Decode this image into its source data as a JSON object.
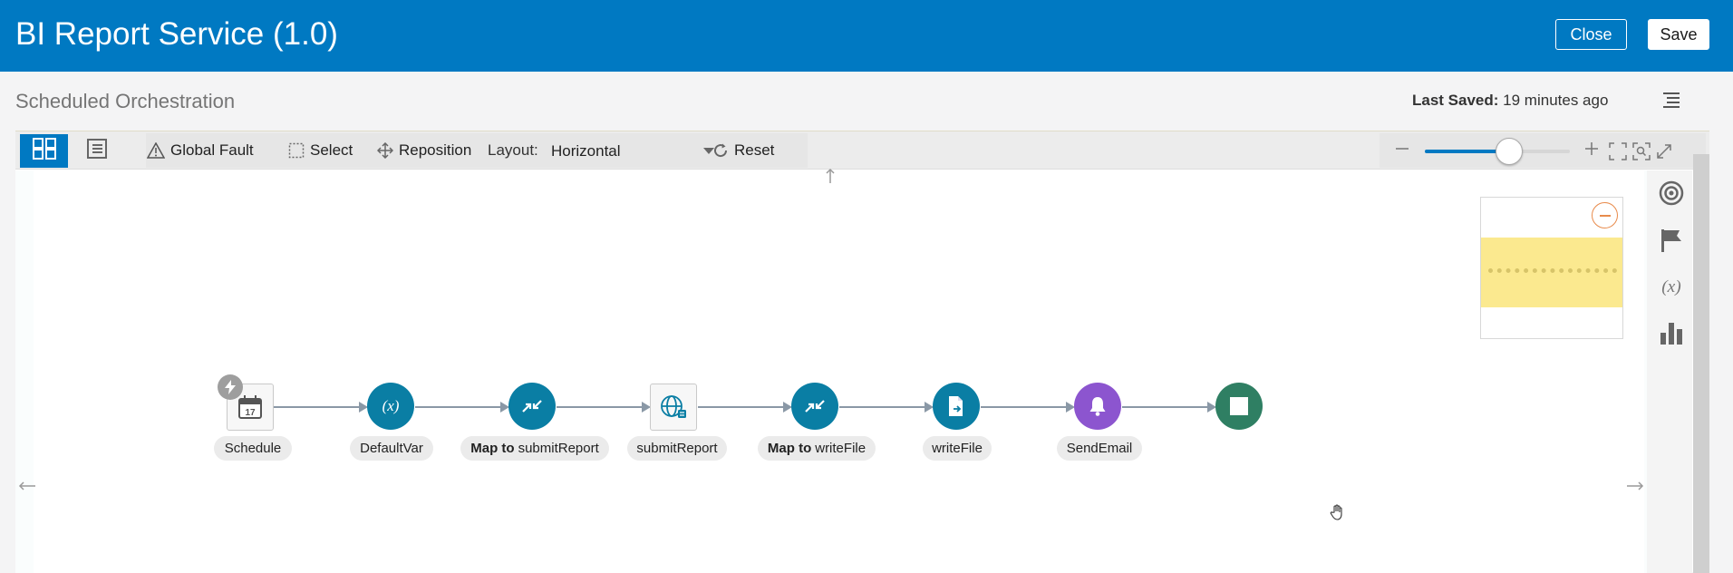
{
  "header": {
    "title": "BI Report Service (1.0)",
    "close_label": "Close",
    "save_label": "Save"
  },
  "subheader": {
    "title": "Scheduled Orchestration",
    "last_saved_label": "Last Saved:",
    "last_saved_value": "19 minutes ago"
  },
  "toolbar": {
    "global_fault": "Global Fault",
    "select": "Select",
    "reposition": "Reposition",
    "layout_label": "Layout:",
    "layout_value": "Horizontal",
    "reset": "Reset",
    "zoom_level": 0.58
  },
  "flow": {
    "nodes": [
      {
        "label": "Schedule",
        "kind": "trigger",
        "icon": "calendar-icon"
      },
      {
        "label": "DefaultVar",
        "kind": "assign",
        "icon": "variable-icon",
        "color": "#0a7ea4"
      },
      {
        "label_bold": "Map to",
        "label": "submitReport",
        "kind": "map",
        "icon": "map-icon",
        "color": "#0a7ea4"
      },
      {
        "label": "submitReport",
        "kind": "invoke",
        "icon": "globe-icon"
      },
      {
        "label_bold": "Map to",
        "label": "writeFile",
        "kind": "map",
        "icon": "map-icon",
        "color": "#0a7ea4"
      },
      {
        "label": "writeFile",
        "kind": "file",
        "icon": "file-write-icon",
        "color": "#0a7ea4"
      },
      {
        "label": "SendEmail",
        "kind": "notification",
        "icon": "bell-icon",
        "color": "#8c55cf"
      },
      {
        "kind": "end",
        "icon": "stop-icon",
        "color": "#2f7f63"
      }
    ]
  },
  "colors": {
    "brand": "#0079c2",
    "minimap_band": "#fbe98f"
  }
}
